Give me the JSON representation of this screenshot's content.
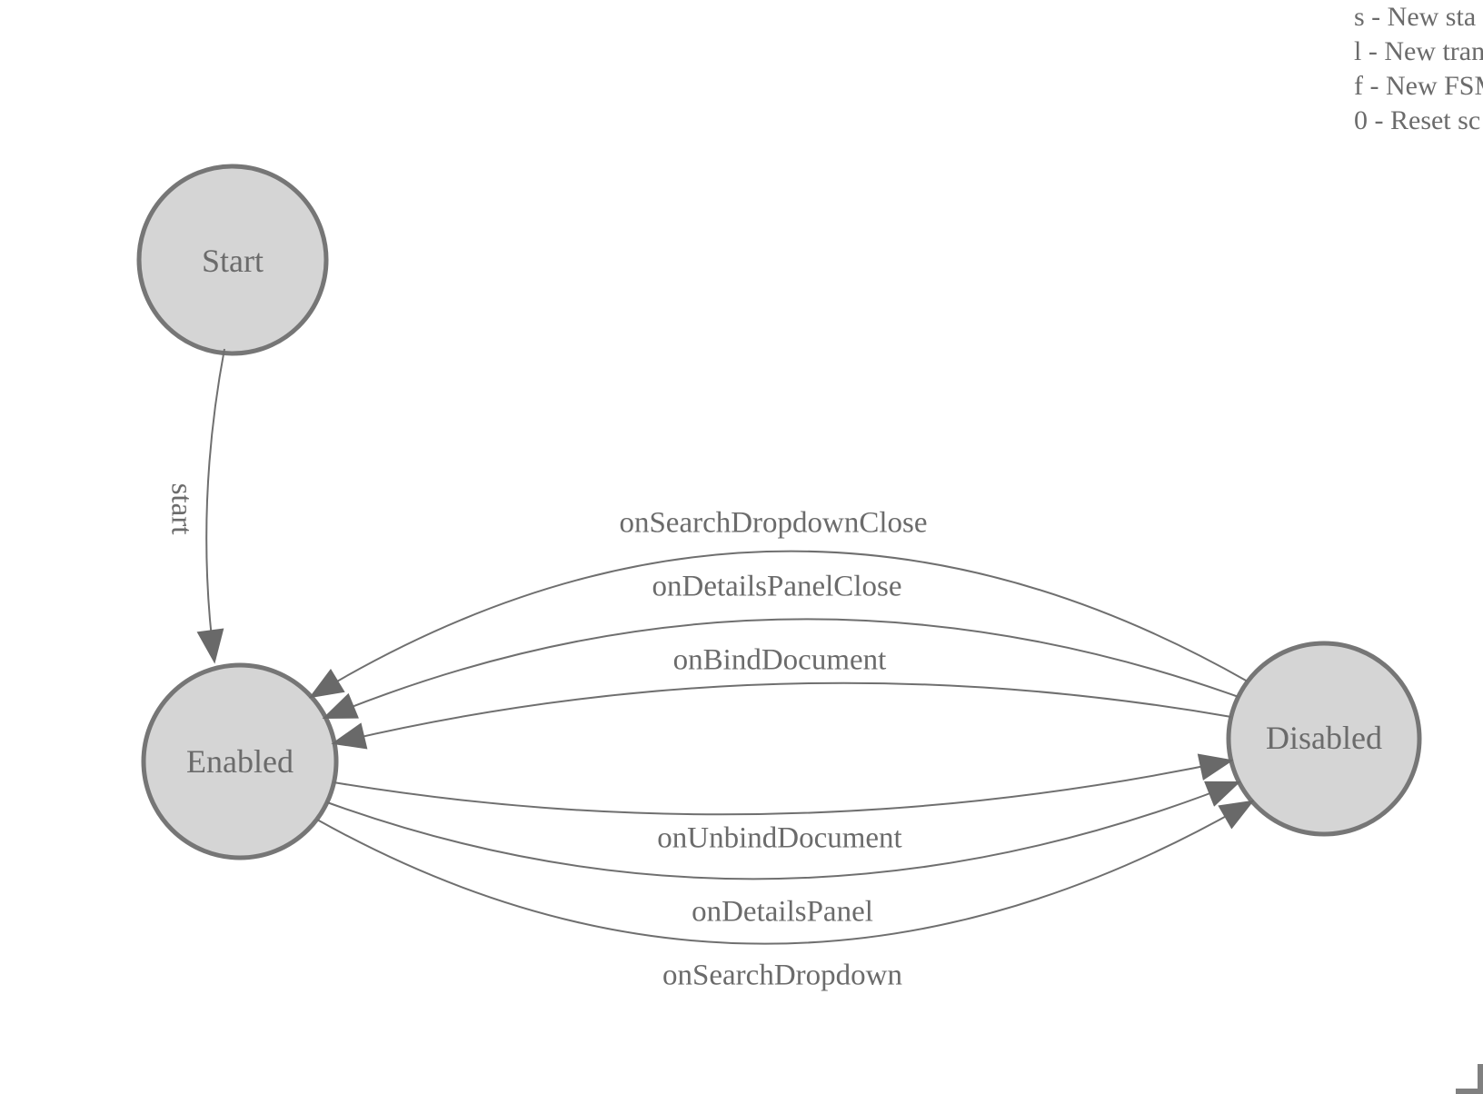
{
  "legend": {
    "lines": [
      "s - New sta",
      "l - New tran",
      "f - New FSM",
      "0 - Reset sc"
    ]
  },
  "states": [
    {
      "label": "Start"
    },
    {
      "label": "Enabled"
    },
    {
      "label": "Disabled"
    }
  ],
  "transitions": [
    {
      "label": "start",
      "from": "Start",
      "to": "Enabled"
    },
    {
      "label": "onSearchDropdownClose",
      "from": "Disabled",
      "to": "Enabled"
    },
    {
      "label": "onDetailsPanelClose",
      "from": "Disabled",
      "to": "Enabled"
    },
    {
      "label": "onBindDocument",
      "from": "Disabled",
      "to": "Enabled"
    },
    {
      "label": "onUnbindDocument",
      "from": "Enabled",
      "to": "Disabled"
    },
    {
      "label": "onDetailsPanel",
      "from": "Enabled",
      "to": "Disabled"
    },
    {
      "label": "onSearchDropdown",
      "from": "Enabled",
      "to": "Disabled"
    }
  ],
  "colors": {
    "state_fill": "#d5d5d5",
    "state_stroke": "#767676",
    "edge_stroke": "#6f6f6f",
    "arrow_fill": "#696969",
    "label_text": "#6b6b6b",
    "corner_fragment": "#808080"
  }
}
